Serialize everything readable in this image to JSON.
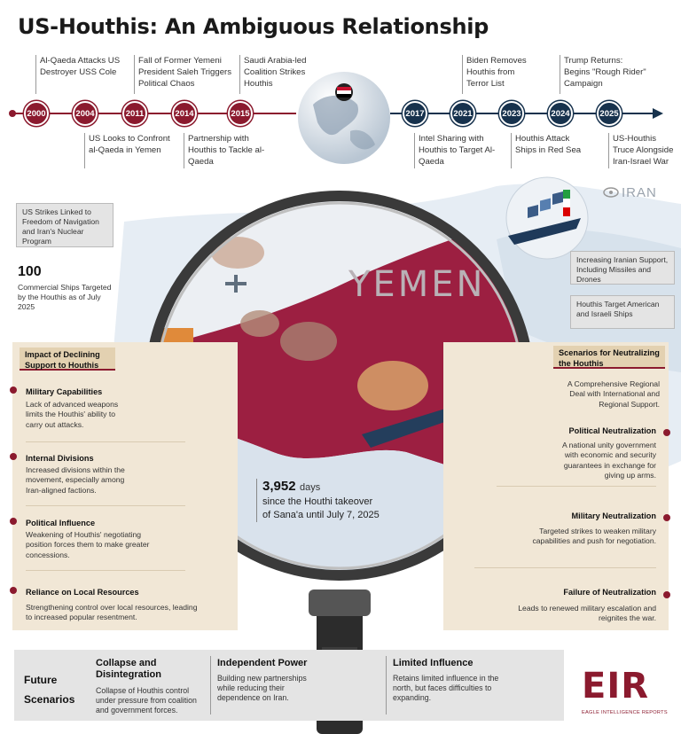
{
  "title": "US-Houthis: An Ambiguous Relationship",
  "timeline": {
    "years": [
      "2000",
      "2004",
      "2011",
      "2014",
      "2015",
      "2017",
      "2021",
      "2023",
      "2024",
      "2025"
    ],
    "events_top": [
      "Al-Qaeda Attacks US Destroyer USS Cole",
      "Fall of Former Yemeni President Saleh Triggers Political Chaos",
      "Saudi Arabia-led Coalition Strikes Houthis",
      "Biden Removes Houthis from Terror List",
      "Trump Returns: Begins \"Rough Rider\" Campaign"
    ],
    "events_bottom": [
      "US Looks to Confront al-Qaeda in Yemen",
      "Partnership with Houthis to Tackle al-Qaeda",
      "Intel Sharing with Houthis to Target Al- Qaeda",
      "Houthis Attack Ships in Red Sea",
      "US-Houthis Truce Alongside Iran-Israel War"
    ]
  },
  "map": {
    "country_label": "YEMEN",
    "iran_label": "IRAN"
  },
  "callouts": {
    "us_strikes": "US Strikes Linked to Freedom of Navigation and Iran's Nuclear Program",
    "ships_count": "100",
    "ships_text": "Commercial Ships Targeted by the Houthis as of July 2025",
    "iran_support": "Increasing Iranian Support, Including Missiles and Drones",
    "target_ships": "Houthis Target American and Israeli Ships"
  },
  "days": {
    "number": "3,952",
    "unit": "days",
    "line1": "since the Houthi takeover",
    "line2": "of Sana'a until July 7, 2025"
  },
  "impact": {
    "header": "Impact of Declining Support to Houthis",
    "items": [
      {
        "title": "Military Capabilities",
        "text": "Lack of advanced weapons limits the Houthis' ability to carry out attacks."
      },
      {
        "title": "Internal Divisions",
        "text": "Increased divisions within the movement, especially among Iran-aligned factions."
      },
      {
        "title": "Political Influence",
        "text": "Weakening of Houthis' negotiating position forces them to make greater concessions."
      },
      {
        "title": "Reliance on Local Resources",
        "text": "Strengthening control over local resources, leading to increased popular resentment."
      }
    ]
  },
  "scenarios": {
    "header": "Scenarios for Neutralizing the Houthis",
    "intro": "A Comprehensive Regional Deal with International and Regional Support.",
    "items": [
      {
        "title": "Political Neutralization",
        "text": "A national unity government with economic and security guarantees in exchange for giving up arms."
      },
      {
        "title": "Military Neutralization",
        "text": "Targeted strikes to weaken military capabilities and push for negotiation."
      },
      {
        "title": "Failure of Neutralization",
        "text": "Leads to renewed military escalation and reignites the war."
      }
    ]
  },
  "future": {
    "label_line1": "Future",
    "label_line2": "Scenarios",
    "items": [
      {
        "title": "Collapse and Disintegration",
        "text": "Collapse of Houthis control under pressure from coalition and government forces."
      },
      {
        "title": "Independent Power",
        "text": "Building new partnerships while reducing their dependence on Iran."
      },
      {
        "title": "Limited Influence",
        "text": "Retains limited influence in the north, but faces difficulties to expanding."
      }
    ]
  },
  "logo": {
    "mark": "EIR",
    "caption": "EAGLE INTELLIGENCE REPORTS"
  },
  "colors": {
    "maroon": "#8b1a2e",
    "navy": "#17324d",
    "beige": "#f1e7d6",
    "gray": "#e4e4e4"
  }
}
